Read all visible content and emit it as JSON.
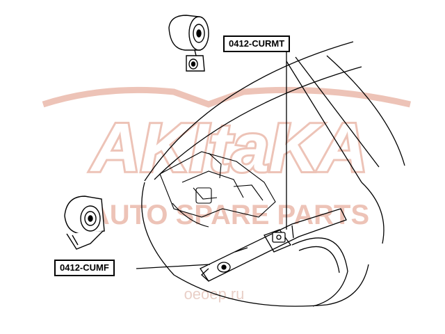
{
  "labels": {
    "upper_part": "0412-CURMT",
    "lower_part": "0412-CUMF"
  },
  "watermark": {
    "brand": "AKItaKA",
    "tagline": "AUTO SPARE PARTS",
    "site": "oeoep.ru",
    "color": "#e7b0a0"
  },
  "colors": {
    "line": "#000000",
    "background": "#ffffff"
  }
}
